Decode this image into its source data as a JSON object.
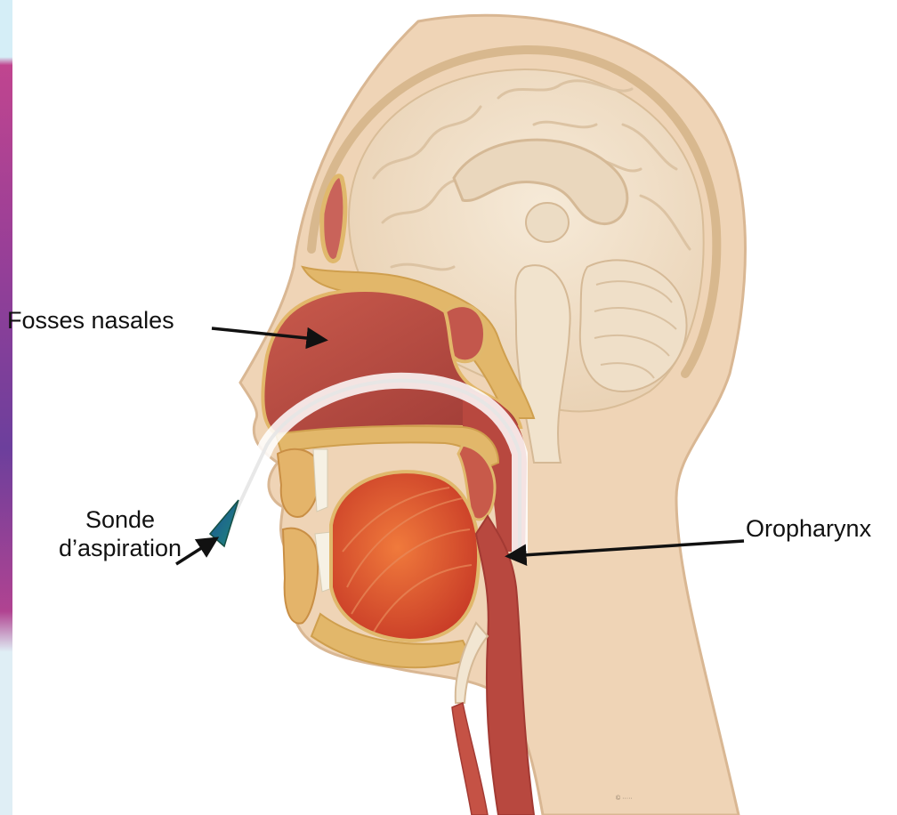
{
  "labels": {
    "fosses_nasales": "Fosses nasales",
    "sonde_line1": "Sonde",
    "sonde_line2": "d’aspiration",
    "oropharynx": "Oropharynx"
  },
  "colors": {
    "skin": "#efd4b6",
    "skin_edge": "#d9b793",
    "brain": "#f3e4cf",
    "bone": "#e2b76a",
    "tissue": "#b8483f",
    "muscle": "#d9542f",
    "probe_tip": "#1f8a78",
    "probe_tip_dark": "#1c4f9a",
    "left_band_pink": "#c0458f",
    "left_band_purple": "#6c3f9c",
    "left_band_blue": "#d5eef7"
  },
  "icons": {
    "probe_tip": "triangle-tip-icon",
    "arrows": "arrow-pointer-icon"
  }
}
